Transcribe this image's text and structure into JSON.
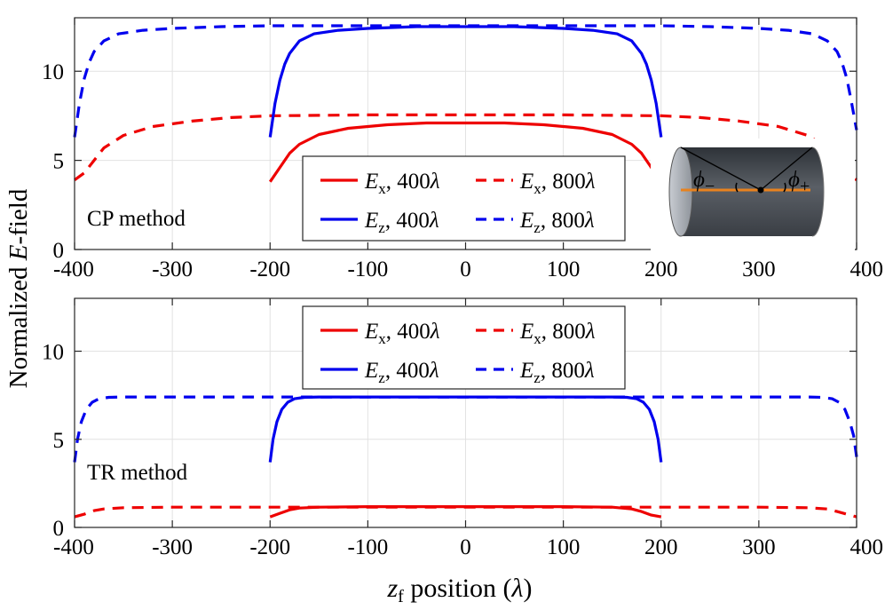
{
  "figure": {
    "ylabel_prefix": "Normalized",
    "ylabel_var": "E",
    "ylabel_suffix": "-field",
    "xlabel_var": "z",
    "xlabel_sub": "f",
    "xlabel_rest": " position (",
    "xlabel_unit": "λ",
    "xlabel_close": ")"
  },
  "colors": {
    "ex": "#ee0000",
    "ez": "#0000ee"
  },
  "inset": {
    "label_minus": "ϕ",
    "sub_minus": "−",
    "label_plus": "ϕ",
    "sub_plus": "+",
    "icon": "cylinder-icon"
  },
  "chart_data": [
    {
      "type": "line",
      "annotation": "CP method",
      "xlim": [
        -400,
        400
      ],
      "ylim": [
        0,
        13
      ],
      "xticks": [
        -400,
        -300,
        -200,
        -100,
        0,
        100,
        200,
        300,
        400
      ],
      "yticks": [
        0,
        5,
        10
      ],
      "grid": true,
      "legend_position": "bottom-center",
      "series": [
        {
          "name": "Ex, 400λ",
          "field": "x",
          "length": "400λ",
          "style": "solid",
          "color": "#ee0000",
          "x": [
            -200,
            -190,
            -180,
            -170,
            -150,
            -120,
            -80,
            -40,
            0,
            40,
            80,
            120,
            150,
            170,
            180,
            190,
            200
          ],
          "y": [
            3.8,
            4.6,
            5.4,
            5.9,
            6.45,
            6.8,
            7.0,
            7.1,
            7.1,
            7.1,
            7.0,
            6.8,
            6.45,
            5.9,
            5.4,
            4.6,
            3.8
          ]
        },
        {
          "name": "Ex, 800λ",
          "field": "x",
          "length": "800λ",
          "style": "dashed",
          "color": "#ee0000",
          "x": [
            -400,
            -390,
            -380,
            -370,
            -350,
            -320,
            -280,
            -240,
            -200,
            -100,
            0,
            100,
            200,
            240,
            280,
            320,
            350,
            370,
            380,
            390,
            400
          ],
          "y": [
            3.9,
            4.3,
            5.0,
            5.7,
            6.4,
            6.9,
            7.2,
            7.4,
            7.5,
            7.55,
            7.55,
            7.55,
            7.5,
            7.4,
            7.2,
            6.9,
            6.4,
            5.7,
            5.0,
            4.3,
            3.9
          ]
        },
        {
          "name": "Ez, 400λ",
          "field": "z",
          "length": "400λ",
          "style": "solid",
          "color": "#0000ee",
          "x": [
            -200,
            -195,
            -190,
            -185,
            -180,
            -170,
            -155,
            -130,
            -100,
            -50,
            0,
            50,
            100,
            130,
            155,
            170,
            180,
            185,
            190,
            195,
            200
          ],
          "y": [
            6.3,
            8.2,
            9.5,
            10.4,
            11.0,
            11.7,
            12.1,
            12.3,
            12.4,
            12.5,
            12.5,
            12.5,
            12.4,
            12.3,
            12.1,
            11.7,
            11.0,
            10.4,
            9.5,
            8.2,
            6.3
          ]
        },
        {
          "name": "Ez, 800λ",
          "field": "z",
          "length": "800λ",
          "style": "dashed",
          "color": "#0000ee",
          "x": [
            -400,
            -395,
            -390,
            -385,
            -380,
            -370,
            -355,
            -330,
            -300,
            -250,
            -200,
            0,
            200,
            250,
            300,
            330,
            355,
            370,
            380,
            385,
            390,
            395,
            400
          ],
          "y": [
            6.3,
            8.2,
            9.6,
            10.5,
            11.1,
            11.7,
            12.1,
            12.3,
            12.4,
            12.5,
            12.55,
            12.55,
            12.55,
            12.5,
            12.4,
            12.3,
            12.1,
            11.7,
            11.1,
            10.5,
            9.6,
            8.2,
            6.7
          ]
        }
      ]
    },
    {
      "type": "line",
      "annotation": "TR method",
      "xlim": [
        -400,
        400
      ],
      "ylim": [
        0,
        13
      ],
      "xticks": [
        -400,
        -300,
        -200,
        -100,
        0,
        100,
        200,
        300,
        400
      ],
      "yticks": [
        0,
        5,
        10
      ],
      "grid": true,
      "legend_position": "top-center",
      "series": [
        {
          "name": "Ex, 400λ",
          "field": "x",
          "length": "400λ",
          "style": "solid",
          "color": "#ee0000",
          "x": [
            -200,
            -190,
            -180,
            -170,
            -150,
            -100,
            0,
            100,
            150,
            170,
            180,
            190,
            200
          ],
          "y": [
            0.6,
            0.8,
            1.0,
            1.1,
            1.15,
            1.18,
            1.18,
            1.18,
            1.15,
            1.05,
            0.9,
            0.7,
            0.6
          ]
        },
        {
          "name": "Ex, 800λ",
          "field": "x",
          "length": "800λ",
          "style": "dashed",
          "color": "#ee0000",
          "x": [
            -400,
            -390,
            -380,
            -370,
            -350,
            -300,
            0,
            300,
            350,
            370,
            380,
            390,
            400
          ],
          "y": [
            0.6,
            0.75,
            0.95,
            1.05,
            1.12,
            1.15,
            1.15,
            1.15,
            1.12,
            1.05,
            0.9,
            0.75,
            0.6
          ]
        },
        {
          "name": "Ez, 400λ",
          "field": "z",
          "length": "400λ",
          "style": "solid",
          "color": "#0000ee",
          "x": [
            -200,
            -197,
            -193,
            -188,
            -182,
            -175,
            -165,
            -150,
            -100,
            0,
            100,
            150,
            165,
            175,
            182,
            188,
            193,
            197,
            200
          ],
          "y": [
            3.7,
            5.0,
            6.0,
            6.7,
            7.1,
            7.3,
            7.38,
            7.4,
            7.4,
            7.4,
            7.4,
            7.4,
            7.38,
            7.3,
            7.1,
            6.7,
            6.0,
            5.0,
            3.7
          ]
        },
        {
          "name": "Ez, 800λ",
          "field": "z",
          "length": "800λ",
          "style": "dashed",
          "color": "#0000ee",
          "x": [
            -400,
            -397,
            -393,
            -388,
            -382,
            -375,
            -365,
            -350,
            -300,
            0,
            300,
            350,
            365,
            375,
            382,
            388,
            393,
            397,
            400
          ],
          "y": [
            3.7,
            5.0,
            6.0,
            6.7,
            7.1,
            7.3,
            7.38,
            7.4,
            7.4,
            7.4,
            7.4,
            7.4,
            7.38,
            7.3,
            7.1,
            6.7,
            6.0,
            5.2,
            4.0
          ]
        }
      ]
    }
  ]
}
